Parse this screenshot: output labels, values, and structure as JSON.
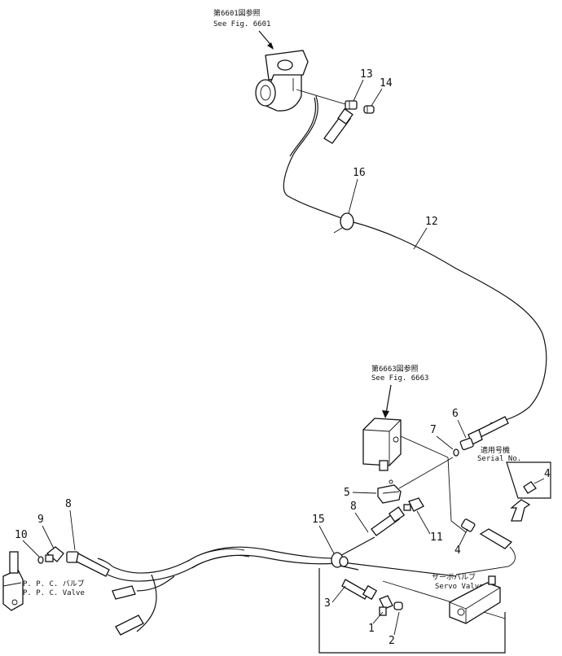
{
  "references": {
    "top_jp": "第6601図参照",
    "top_en": "See Fig. 6601",
    "mid_jp": "第6663図参照",
    "mid_en": "See Fig. 6663"
  },
  "serial_box": {
    "jp": "適用号機",
    "en": "Serial No.",
    "part": "4"
  },
  "ppc_valve": {
    "jp": "P. P. C. バルブ",
    "en": "P. P. C. Valve"
  },
  "servo_valve": {
    "jp": "サーボバルブ",
    "en": "Servo Valve"
  },
  "callouts": {
    "p1": "1",
    "p2": "2",
    "p3": "3",
    "p4": "4",
    "p5": "5",
    "p6": "6",
    "p7": "7",
    "p8a": "8",
    "p8b": "8",
    "p9": "9",
    "p10": "10",
    "p11": "11",
    "p12": "12",
    "p13": "13",
    "p14": "14",
    "p15": "15",
    "p16": "16"
  }
}
